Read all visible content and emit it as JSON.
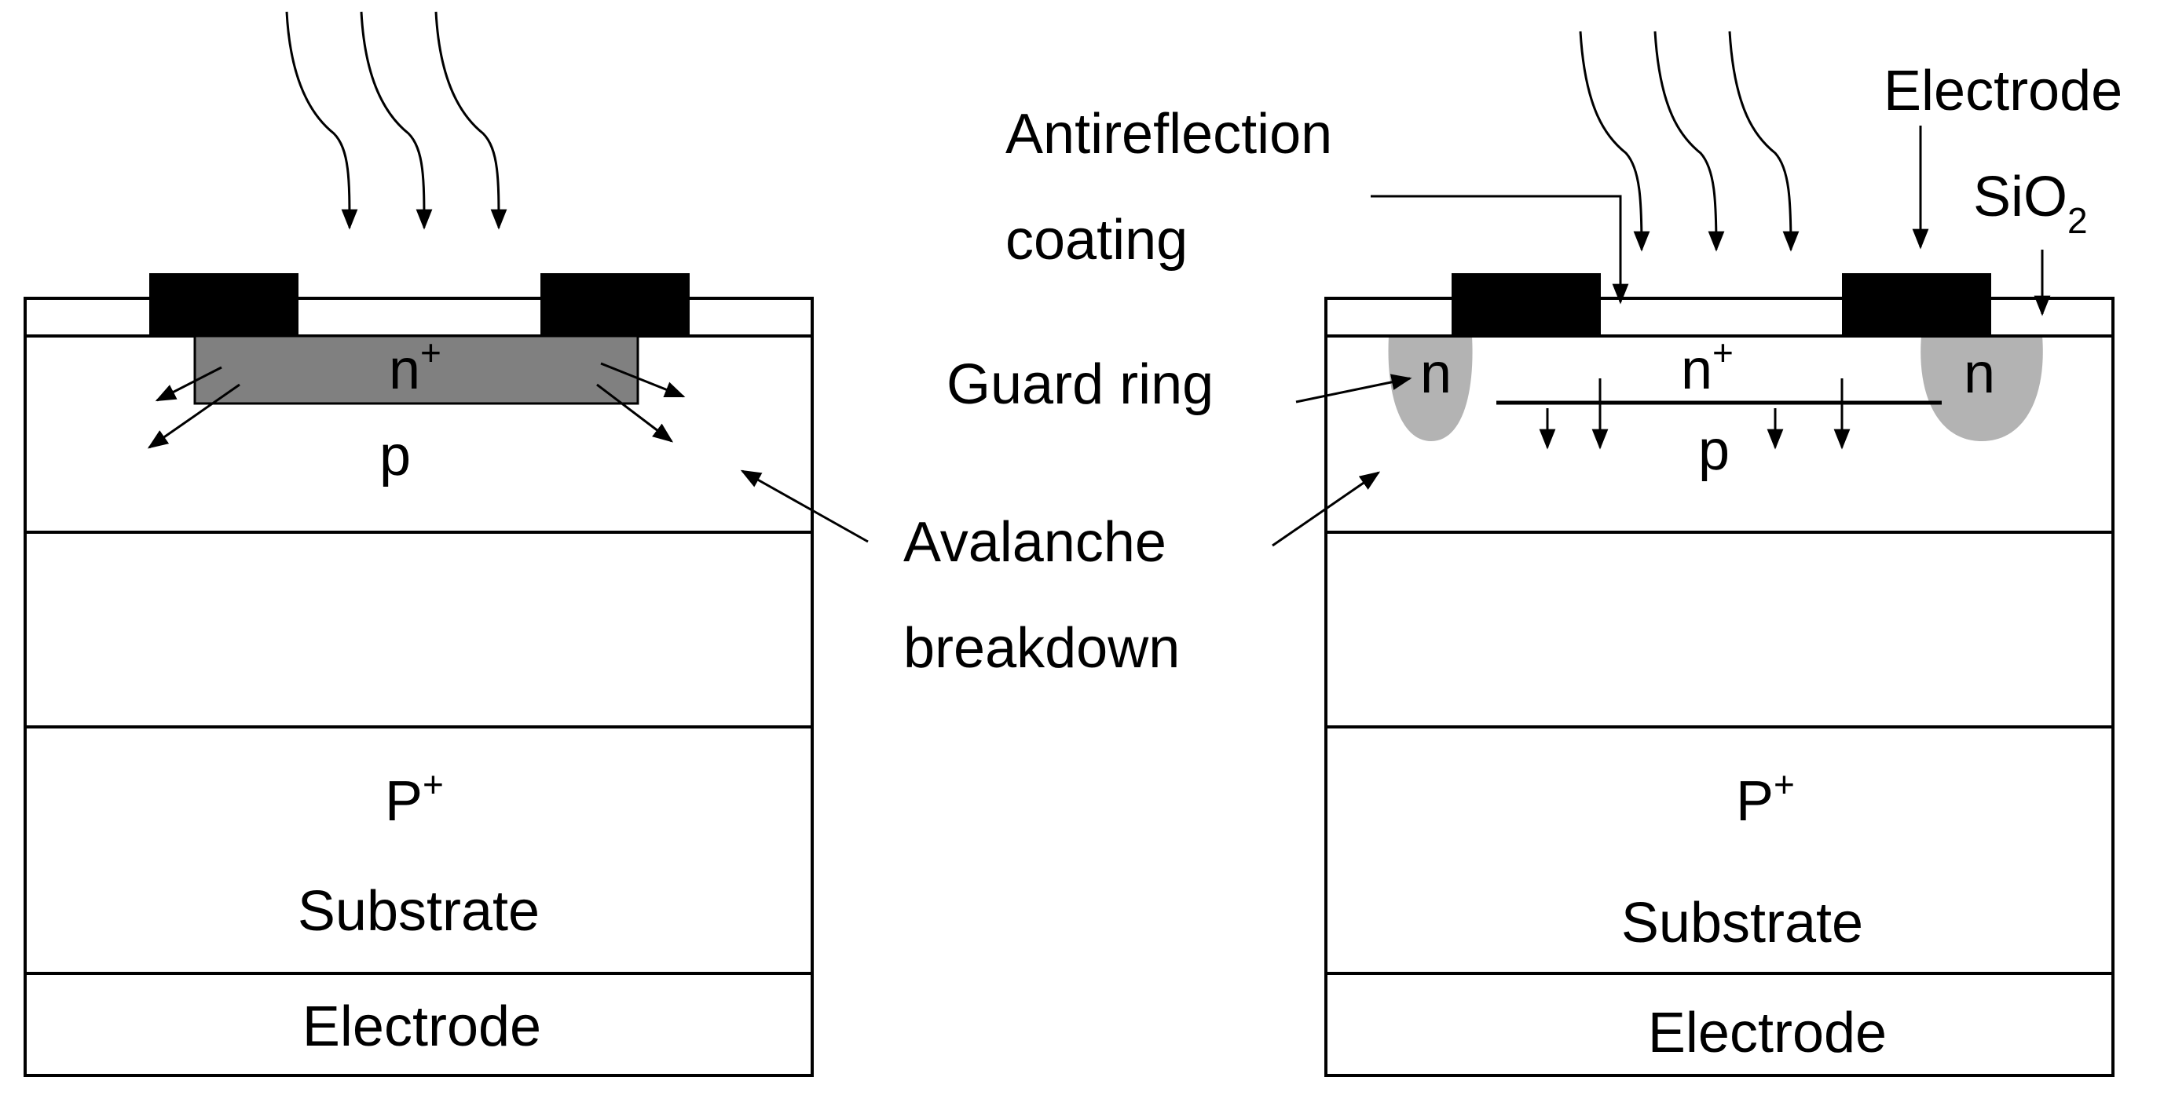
{
  "left_device": {
    "n_plus_label": "n",
    "n_plus_sup": "+",
    "p_label": "p",
    "substrate_label": "P",
    "substrate_sup": "+",
    "substrate_word": "Substrate",
    "electrode_label": "Electrode"
  },
  "right_device": {
    "n_plus_label": "n",
    "n_plus_sup": "+",
    "guard_left_label": "n",
    "guard_right_label": "n",
    "p_label": "p",
    "substrate_label": "P",
    "substrate_sup": "+",
    "substrate_word": "Substrate",
    "electrode_label": "Electrode"
  },
  "annotations": {
    "antireflection_line1": "Antireflection",
    "antireflection_line2": "coating",
    "electrode_top": "Electrode",
    "sio2_base": "SiO",
    "sio2_sub": "2",
    "guard_ring": "Guard ring",
    "avalanche_line1": "Avalanche",
    "avalanche_line2": "breakdown"
  },
  "colors": {
    "electrode_fill": "#000000",
    "n_plus_fill": "#808080",
    "guard_ring_fill": "#b3b3b3",
    "outline": "#000000"
  }
}
